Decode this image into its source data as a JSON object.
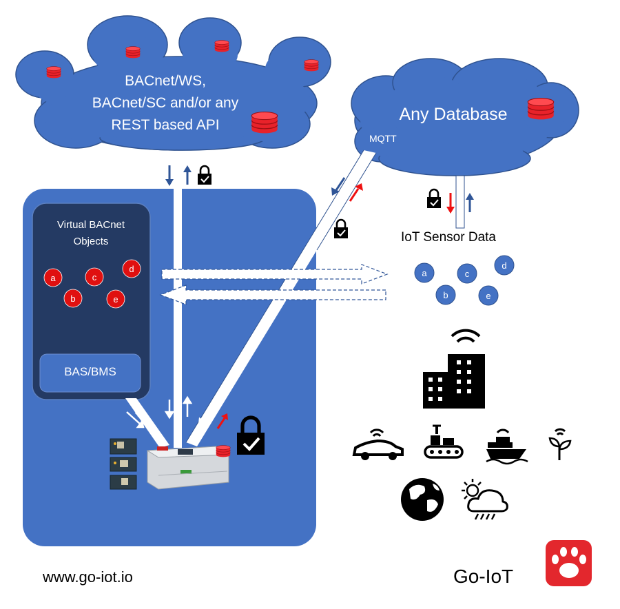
{
  "cloud_api": {
    "lines": [
      "BACnet/WS,",
      "BACnet/SC and/or any",
      "REST based API"
    ]
  },
  "cloud_db": {
    "title": "Any Database",
    "protocol": "MQTT"
  },
  "virtual_panel": {
    "title_lines": [
      "Virtual BACnet",
      "Objects"
    ],
    "bas_label": "BAS/BMS"
  },
  "virtual_objects": [
    "a",
    "b",
    "c",
    "d",
    "e"
  ],
  "sensor_title": "IoT Sensor Data",
  "sensor_objects": [
    "a",
    "b",
    "c",
    "d",
    "e"
  ],
  "footer": {
    "url": "www.go-iot.io",
    "brand": "Go-IoT"
  },
  "icons": [
    "database-icon",
    "lock-icon",
    "building-icon",
    "car-icon",
    "conveyor-icon",
    "ship-icon",
    "plant-icon",
    "globe-icon",
    "weather-icon",
    "gateway-device",
    "paw-logo-icon"
  ],
  "colors": {
    "panel_blue": "#4472c4",
    "panel_dark": "#243a63",
    "db_red": "#e8222a",
    "arrow_blue": "#2f5597",
    "arrow_red": "#ee1111",
    "logo_red": "#e3272d"
  }
}
